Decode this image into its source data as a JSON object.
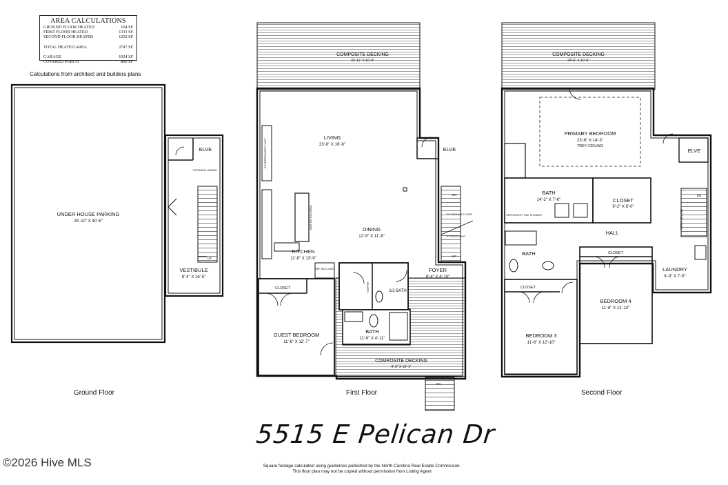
{
  "area_calculations": {
    "title": "AREA CALCULATIONS",
    "rows": [
      {
        "label": "GROUND FLOOR HEATED",
        "value": "164 SF"
      },
      {
        "label": "FIRST FLOOR HEATED",
        "value": "1331 SF"
      },
      {
        "label": "SECOND FLOOR HEATED",
        "value": "1252 SF"
      }
    ],
    "total": {
      "label": "TOTAL HEATED AREA",
      "value": "2747 SF"
    },
    "other": [
      {
        "label": "GARAGE",
        "value": "1024 SF"
      },
      {
        "label": "COVERED PORCH",
        "value": "800 SF"
      }
    ]
  },
  "calc_note": "Calculations from architect and builders plans",
  "floors": {
    "ground": "Ground Floor",
    "first": "First Floor",
    "second": "Second Floor"
  },
  "rooms": {
    "parking": {
      "name": "UNDER HOUSE PARKING",
      "dims": "25'-10\" X 40'-6\""
    },
    "elve_g": {
      "name": "ELVE"
    },
    "storage": {
      "name": "STORAGE UNDER"
    },
    "vestibule": {
      "name": "VESTIBULE",
      "dims": "8'-4\" X 16'-5\""
    },
    "up_g": {
      "name": "UP"
    },
    "deck_1": {
      "name": "COMPOSITE DECKING",
      "dims": "33'-11\" X 10'-0\""
    },
    "living": {
      "name": "LIVING",
      "dims": "23'-6\" X 16'-8\""
    },
    "ent_unit": {
      "name": "ENTERTAINMENT UNIT"
    },
    "elve_1": {
      "name": "ELVE"
    },
    "dn_1": {
      "name": "DN"
    },
    "to_ground": {
      "name": "TO GROUND FLOOR"
    },
    "to_2nd": {
      "name": "TO 2ND FLOOR"
    },
    "up_1": {
      "name": "UP"
    },
    "dining": {
      "name": "DINING",
      "dims": "12'-5\" X 11'-8\""
    },
    "island": {
      "name": "BAR EATING AREA"
    },
    "kitchen": {
      "name": "KITCHEN",
      "dims": "11'-8\" X 13'-9\""
    },
    "ref": {
      "name": "REF INCLUDED"
    },
    "pantry": {
      "name": "PANTRY"
    },
    "half_bath": {
      "name": "1/2 BATH"
    },
    "foyer": {
      "name": "FOYER",
      "dims": "8'-4\" X 4'-10\""
    },
    "closet_g": {
      "name": "CLOSET"
    },
    "guest": {
      "name": "GUEST BEDROOM",
      "dims": "11'-6\" X 12'-7\""
    },
    "bath_1": {
      "name": "BATH",
      "dims": "11'-6\" X 4'-11\""
    },
    "deck_front": {
      "name": "COMPOSITE DECKING",
      "dims": "9'-3\" X 15'-1\""
    },
    "dn_porch": {
      "name": "DN"
    },
    "deck_2": {
      "name": "COMPOSITE DECKING",
      "dims": "24'-6\" X 10'-0\""
    },
    "primary": {
      "name": "PRIMARY BEDROOM",
      "dims": "23'-6\" X 14'-3\"",
      "note": "TREY CEILING"
    },
    "elve_2": {
      "name": "ELVE"
    },
    "bath_p": {
      "name": "BATH",
      "dims": "14'-2\" X 7'-6\""
    },
    "closet_p": {
      "name": "CLOSET",
      "dims": "9'-2\" X 6'-0\""
    },
    "shower": {
      "name": "ZERO ENTRY TILE SHOWER"
    },
    "dn_2": {
      "name": "DN"
    },
    "open_below": {
      "name": "OPEN BELOW"
    },
    "hall": {
      "name": "HALL"
    },
    "bath_2": {
      "name": "BATH"
    },
    "closet_3": {
      "name": "CLOSET"
    },
    "closet_4": {
      "name": "CLOSET"
    },
    "laundry": {
      "name": "LAUNDRY",
      "dims": "8'-9\" X 7'-5\""
    },
    "bed4": {
      "name": "BEDROOM 4",
      "dims": "11'-6\" X 12'-10\""
    },
    "bed3": {
      "name": "BEDROOM 3",
      "dims": "11'-6\" X 12'-10\""
    }
  },
  "address": "5515 E Pelican Dr",
  "copyright": "©2026 Hive MLS",
  "disclaimer": [
    "Square footage calculated using guidelines published by the North Carolina Real Estate Commission.",
    "This floor plan may not be copied without permission from Listing Agent"
  ]
}
